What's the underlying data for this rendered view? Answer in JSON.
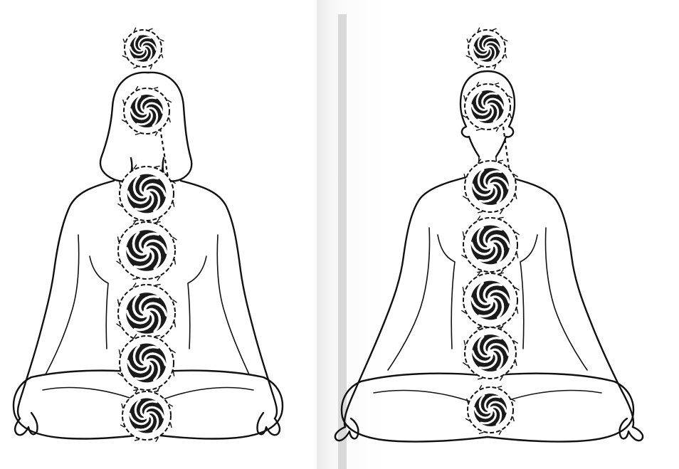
{
  "image": {
    "panels": [
      {
        "id": "left",
        "figure": "seated-meditation-figure-back-view-long-hair",
        "chakra_count": 7
      },
      {
        "id": "right",
        "figure": "seated-meditation-figure-back-view-bald",
        "chakra_count": 7
      }
    ],
    "chakra_symbol": "swirling-vortex",
    "line_color": "#111111",
    "background": "#ffffff"
  }
}
